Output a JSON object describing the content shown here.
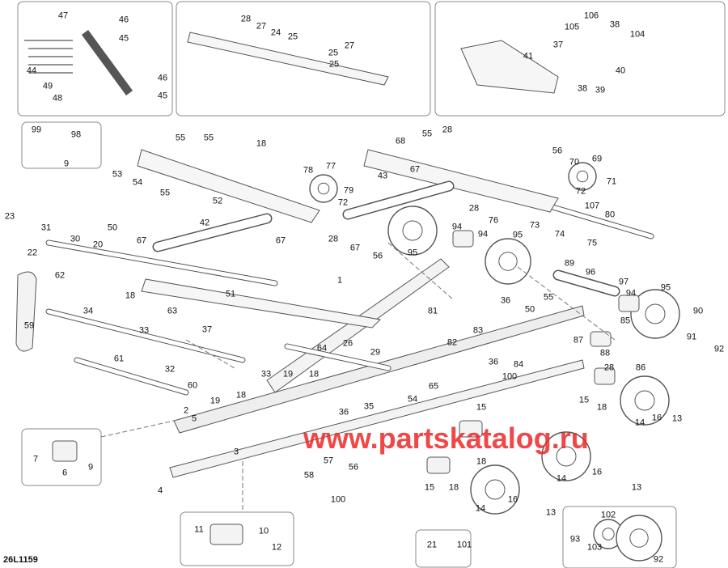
{
  "diagram": {
    "drawing_code": "26L1159",
    "watermark": "www.partskatalog.ru",
    "colors": {
      "line": "#555555",
      "box_border": "#888888",
      "watermark": "#eb2828"
    },
    "callouts": [
      "47",
      "46",
      "45",
      "44",
      "49",
      "48",
      "46",
      "45",
      "28",
      "27",
      "24",
      "25",
      "27",
      "25",
      "25",
      "106",
      "105",
      "38",
      "104",
      "37",
      "41",
      "40",
      "38",
      "39",
      "99",
      "98",
      "9",
      "55",
      "55",
      "18",
      "53",
      "54",
      "55",
      "78",
      "77",
      "52",
      "72",
      "79",
      "43",
      "68",
      "55",
      "28",
      "67",
      "56",
      "70",
      "69",
      "71",
      "72",
      "107",
      "28",
      "76",
      "73",
      "74",
      "80",
      "75",
      "23",
      "31",
      "50",
      "30",
      "20",
      "22",
      "67",
      "42",
      "67",
      "28",
      "94",
      "94",
      "95",
      "67",
      "56",
      "95",
      "62",
      "1",
      "89",
      "96",
      "97",
      "55",
      "94",
      "95",
      "18",
      "51",
      "63",
      "36",
      "50",
      "81",
      "90",
      "34",
      "59",
      "33",
      "37",
      "83",
      "85",
      "91",
      "82",
      "87",
      "88",
      "92",
      "64",
      "26",
      "29",
      "61",
      "36",
      "84",
      "100",
      "28",
      "86",
      "32",
      "60",
      "33",
      "19",
      "18",
      "65",
      "54",
      "18",
      "19",
      "2",
      "5",
      "35",
      "36",
      "15",
      "15",
      "18",
      "16",
      "13",
      "14",
      "18",
      "3",
      "57",
      "56",
      "58",
      "15",
      "18",
      "16",
      "13",
      "14",
      "100",
      "4",
      "16",
      "14",
      "13",
      "7",
      "6",
      "9",
      "11",
      "10",
      "12",
      "21",
      "101",
      "102",
      "93",
      "103",
      "92"
    ]
  }
}
